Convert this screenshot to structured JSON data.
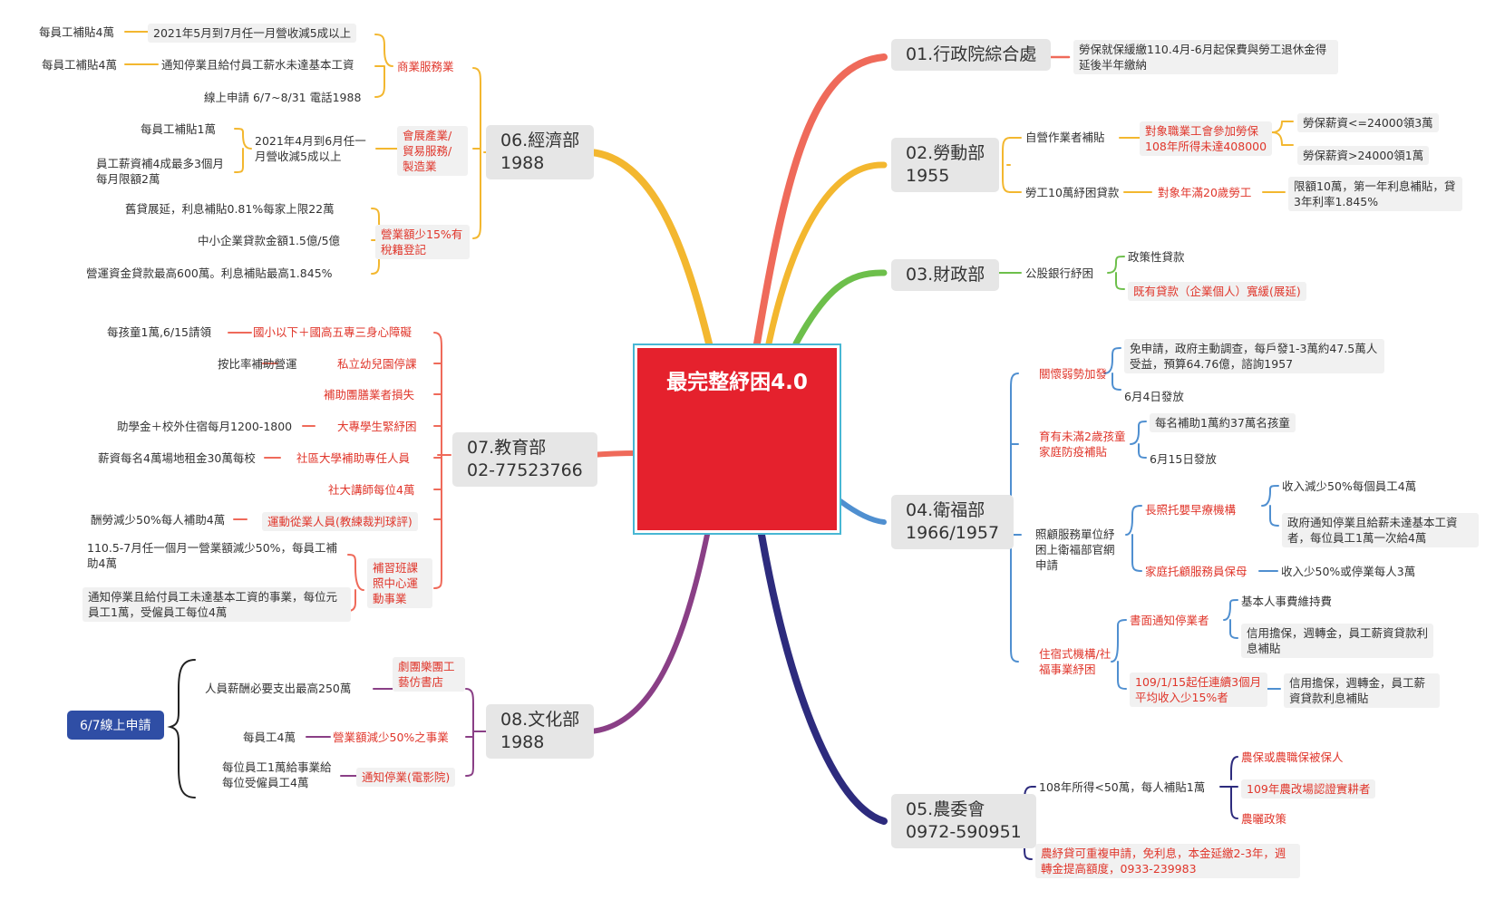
{
  "title": "最完整紓困4.0",
  "d01": {
    "dept": "01.行政院綜合處",
    "n1": "勞保就保緩繳110.4月-6月起保費與勞工退休金得延後半年繳納"
  },
  "d02": {
    "dept1": "02.勞動部",
    "dept2": "1955",
    "self_employed": "自營作業者補貼",
    "target_union": "對象職業工會參加勞保",
    "target_income": "108年所得未達408000",
    "wage_low": "勞保薪資<=24000領3萬",
    "wage_high": "勞保薪資>24000領1萬",
    "loan": "勞工10萬紓困貸款",
    "loan_target": "對象年滿20歲勞工",
    "loan_detail": "限額10萬，第一年利息補貼，貸3年利率1.845%"
  },
  "d03": {
    "dept": "03.財政部",
    "bank": "公股銀行紓困",
    "policy_loan": "政策性貸款",
    "existing_loan": "既有貸款（企業個人）寬緩(展延)"
  },
  "d04": {
    "dept1": "04.衛福部",
    "dept2": "1966/1957",
    "vulnerable": "關懷弱勢加發",
    "vulnerable_detail": "免申請，政府主動調查，每戶發1-3萬約47.5萬人受益，預算64.76億，諮詢1957",
    "vulnerable_date": "6月4日發放",
    "child": "育有未滿2歲孩童家庭防疫補貼",
    "child_detail": "每名補助1萬約37萬名孩童",
    "child_date": "6月15日發放",
    "care": "照顧服務單位紓困上衛福部官網申請",
    "ltc": "長照托嬰早療機構",
    "ltc_d1": "收入減少50%每個員工4萬",
    "ltc_d2": "政府通知停業且給薪未達基本工資者，每位員工1萬一次給4萬",
    "home_care": "家庭托顧服務員保母",
    "home_care_d": "收入少50%或停業每人3萬",
    "residential": "住宿式機構/社福事業紓困",
    "written": "書面通知停業者",
    "written_d1": "基本人事費維持費",
    "written_d2": "信用擔保，週轉金，員工薪資貸款利息補貼",
    "rev_drop": "109/1/15起任連續3個月平均收入少15%者",
    "rev_drop_d": "信用擔保，週轉金，員工薪資貸款利息補貼"
  },
  "d05": {
    "dept1": "05.農委會",
    "dept2": "0972-590951",
    "subsidy": "108年所得<50萬，每人補貼1萬",
    "s1": "農保或農職保被保人",
    "s2": "109年農改場認證實耕者",
    "s3": "農曬政策",
    "loan": "農紓貸可重複申請，免利息，本金延繳2-3年，週轉金提高額度，0933-239983"
  },
  "d06": {
    "dept1": "06.經濟部",
    "dept2": "1988",
    "commerce": "商業服務業",
    "c1_left": "每員工補貼4萬",
    "c1": "2021年5月到7月任一月營收減5成以上",
    "c2_left": "每員工補貼4萬",
    "c2": "通知停業且給付員工薪水未達基本工資",
    "c3": "線上申請 6/7~8/31 電話1988",
    "exhibit": "會展產業/貿易服務/製造業",
    "e_mid": "2021年4月到6月任一月營收減5成以上",
    "e1": "每員工補貼1萬",
    "e2": "員工薪資補4成最多3個月每月限額2萬",
    "rev15": "營業額少15%有稅籍登記",
    "r1": "舊貸展延，利息補貼0.81%每家上限22萬",
    "r2": "中小企業貸款金額1.5億/5億",
    "r3": "營運資金貸款最高600萬。利息補貼最高1.845%"
  },
  "d07": {
    "dept1": "07.教育部",
    "dept2": "02-77523766",
    "b1": "國小以下＋國高五專三身心障礙",
    "b1_left": "每孩童1萬,6/15請領",
    "b2": "私立幼兒園停課",
    "b2_left": "按比率補助營運",
    "b3": "補助團膳業者損失",
    "b4": "大專學生緊紓困",
    "b4_left": "助學金＋校外住宿每月1200-1800",
    "b5": "社區大學補助專任人員",
    "b5_left": "薪資每名4萬場地租金30萬每校",
    "b6": "社大講師每位4萬",
    "b7": "運動從業人員(教練裁判球評)",
    "b7_left": "酬勞減少50%每人補助4萬",
    "b8": "補習班課照中心運動事業",
    "b8_1": "110.5-7月任一個月一營業額減少50%，每員工補助4萬",
    "b8_2": "通知停業且給付員工未達基本工資的事業，每位元員工1萬，受僱員工每位4萬"
  },
  "d08": {
    "dept1": "08.文化部",
    "dept2": "1988",
    "theater": "劇團樂團工藝仿書店",
    "theater_left": "人員薪酬必要支出最高250萬",
    "rev50": "營業額減少50%之事業",
    "rev50_left": "每員工4萬",
    "closure": "通知停業(電影院)",
    "closure_left": "每位員工1萬給事業給每位受僱員工4萬",
    "online": "6/7線上申請"
  },
  "colors": {
    "d01": "#ef6a5a",
    "d02": "#f3b72f",
    "d03": "#6dbf4b",
    "d04": "#4f8fd0",
    "d05": "#2d2b7d",
    "d06": "#f3b72f",
    "d07": "#ef6a5a",
    "d08": "#8a3f86",
    "center": "#e5212d"
  }
}
